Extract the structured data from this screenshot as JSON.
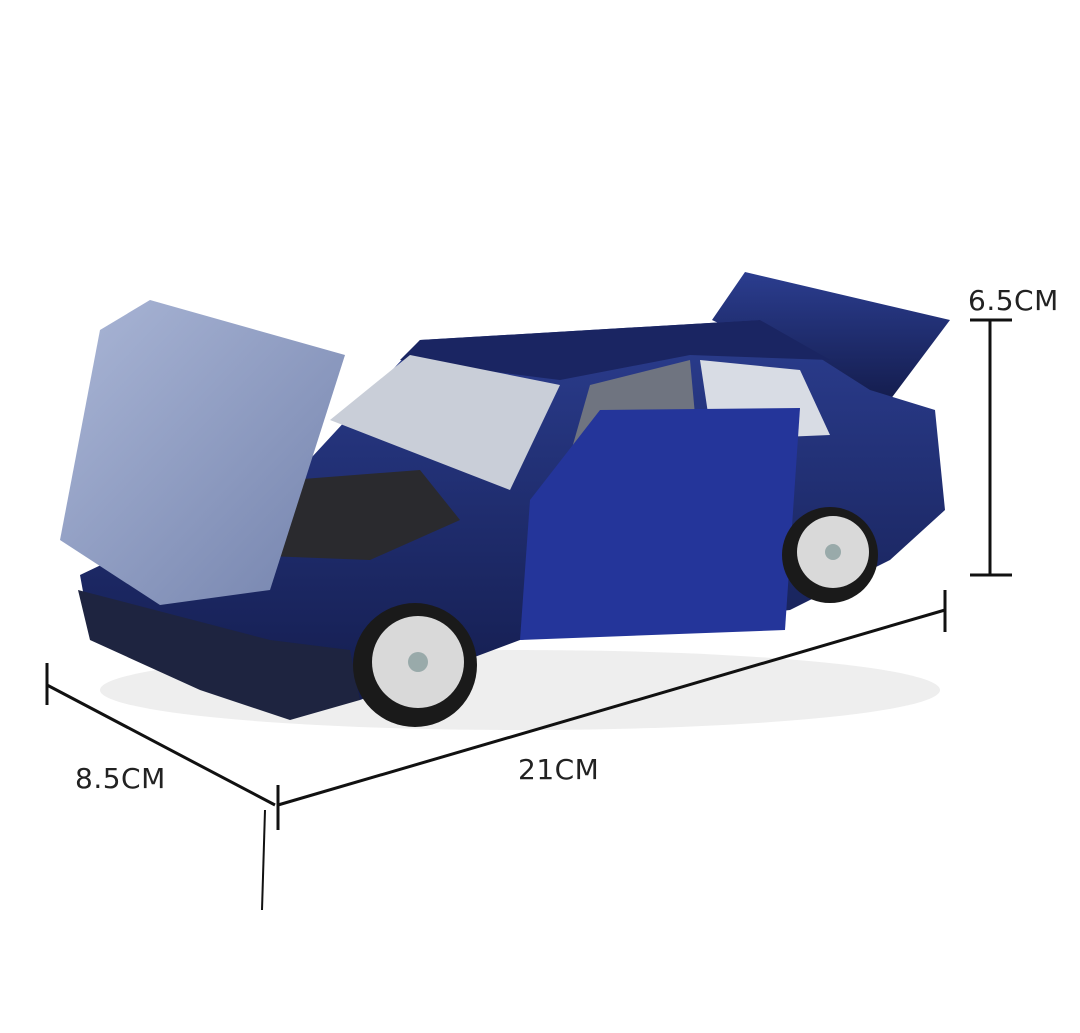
{
  "dimensions": {
    "height": "6.5CM",
    "width": "8.5CM",
    "length": "21CM"
  },
  "colors": {
    "body": "#1c2a6b",
    "line": "#111111"
  }
}
